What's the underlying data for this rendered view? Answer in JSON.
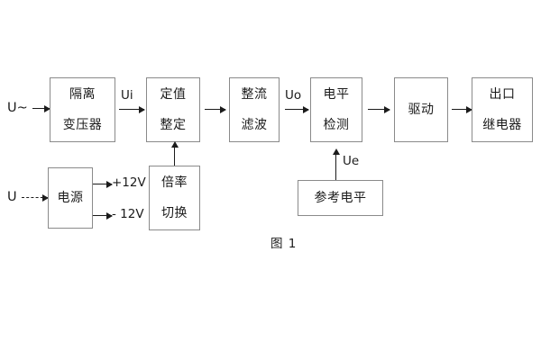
{
  "diagram": {
    "caption": "图 1",
    "blocks": [
      {
        "id": "isolation-transformer",
        "lines": [
          "隔离",
          "变压器"
        ]
      },
      {
        "id": "setting-value",
        "lines": [
          "定值",
          "整定"
        ]
      },
      {
        "id": "rectify-filter",
        "lines": [
          "整流",
          "滤波"
        ]
      },
      {
        "id": "level-detection",
        "lines": [
          "电平",
          "检测"
        ]
      },
      {
        "id": "drive",
        "lines": [
          "驱动"
        ]
      },
      {
        "id": "output-relay",
        "lines": [
          "出口",
          "继电器"
        ]
      },
      {
        "id": "power-supply",
        "lines": [
          "电源"
        ]
      },
      {
        "id": "multiplier-switch",
        "lines": [
          "倍率",
          "切换"
        ]
      },
      {
        "id": "reference-level",
        "lines": [
          "参考电平"
        ]
      }
    ],
    "labels": {
      "input_ac": "U~",
      "input_dc": "U",
      "ui": "Ui",
      "uo": "Uo",
      "ue": "Ue",
      "plus12v": "+12V",
      "minus12v": "- 12V"
    }
  }
}
